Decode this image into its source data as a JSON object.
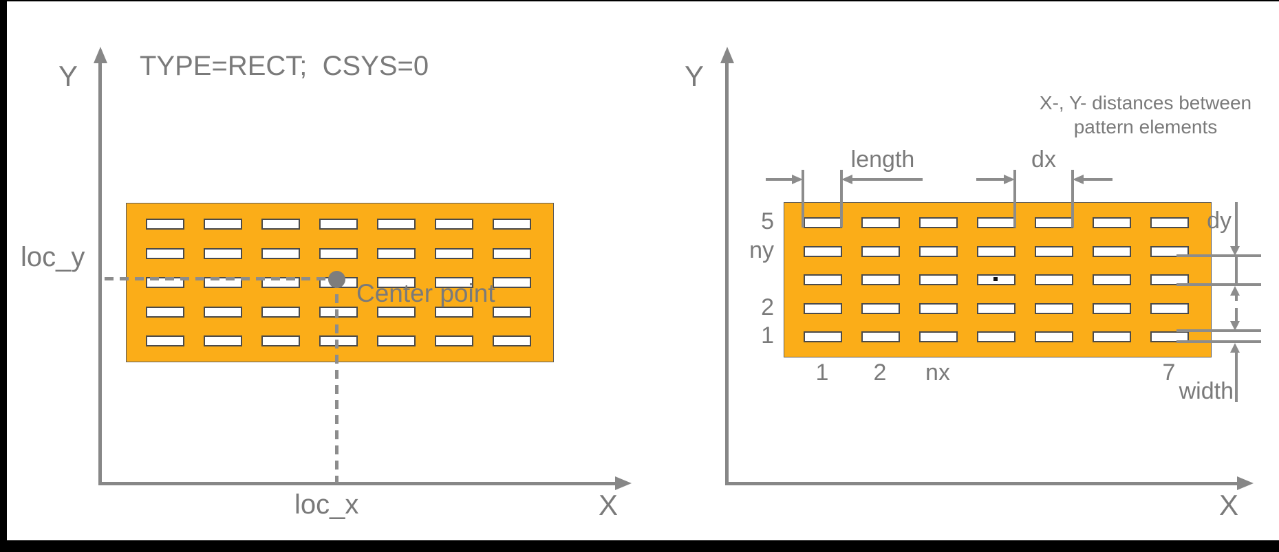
{
  "panels": {
    "left": {
      "title": "TYPE=RECT;  CSYS=0",
      "y_axis_label": "Y",
      "x_axis_label": "X",
      "loc_y_label": "loc_y",
      "loc_x_label": "loc_x",
      "center_point_label": "Center point"
    },
    "right": {
      "y_axis_label": "Y",
      "x_axis_label": "X",
      "note_line1": "X-, Y- distances between",
      "note_line2": "pattern elements",
      "dim_length_label": "length",
      "dim_dx_label": "dx",
      "dim_dy_label": "dy",
      "dim_width_label": "width",
      "row_labels": [
        {
          "text": "5",
          "row": 0
        },
        {
          "text": "ny",
          "row": 1
        },
        {
          "text": "2",
          "row": 3
        },
        {
          "text": "1",
          "row": 4
        }
      ],
      "col_labels": [
        {
          "text": "1",
          "col": 0
        },
        {
          "text": "2",
          "col": 1
        },
        {
          "text": "nx",
          "col": 2
        },
        {
          "text": "7",
          "col": 6
        }
      ]
    }
  },
  "pattern": {
    "rows": 5,
    "cols": 7
  },
  "colors": {
    "plate": "#FBAD18",
    "line_gray": "#878787",
    "text_gray": "#7A7A7A"
  }
}
